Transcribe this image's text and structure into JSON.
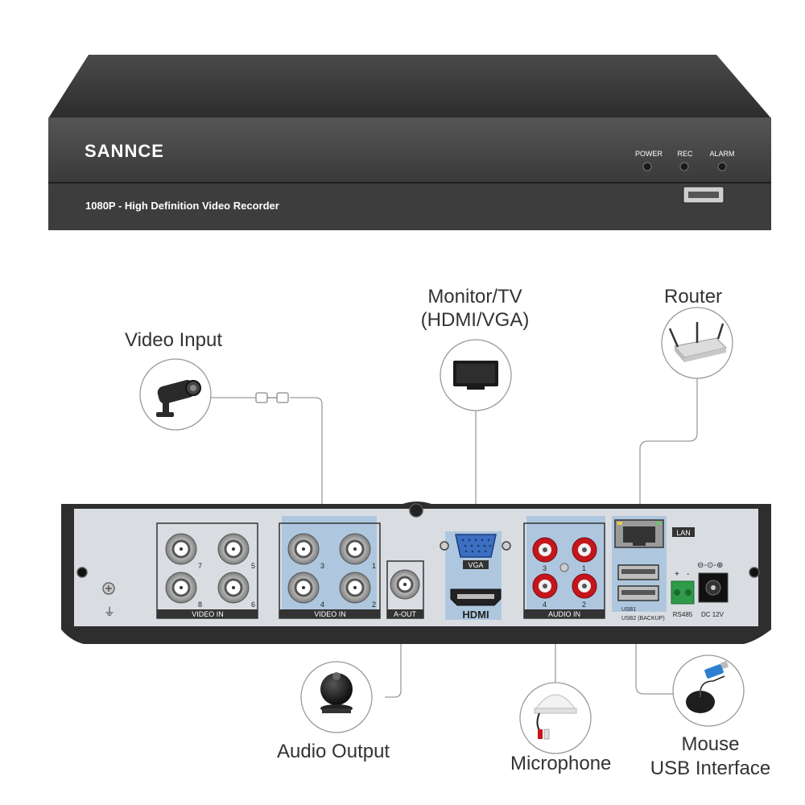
{
  "front_panel": {
    "brand": "SANNCE",
    "model_text": "1080P - High Definition Video Recorder",
    "leds": [
      "POWER",
      "REC",
      "ALARM"
    ]
  },
  "callouts": {
    "video_input": "Video Input",
    "monitor_line1": "Monitor/TV",
    "monitor_line2": "(HDMI/VGA)",
    "router": "Router",
    "audio_output": "Audio Output",
    "microphone": "Microphone",
    "mouse_line1": "Mouse",
    "mouse_line2": "USB Interface"
  },
  "rear_panel": {
    "video_in_left_label": "VIDEO IN",
    "video_in_left_numbers": [
      "7",
      "5",
      "8",
      "6"
    ],
    "video_in_right_label": "VIDEO IN",
    "video_in_right_numbers": [
      "3",
      "1",
      "4",
      "2"
    ],
    "a_out_label": "A-OUT",
    "vga_label": "VGA",
    "hdmi_label": "HDMI",
    "audio_in_label": "AUDIO IN",
    "audio_in_numbers": [
      "3",
      "1",
      "4",
      "2"
    ],
    "lan_label": "LAN",
    "usb1_label": "USB1",
    "usb2_label": "USB2 (BACKUP)",
    "rs485_label": "RS485",
    "dc_label": "DC 12V",
    "plus": "+",
    "minus": "-"
  },
  "colors": {
    "chassis": "#3a3a3a",
    "rear_plate": "#d9dde2",
    "highlight": "#a9c4df",
    "connector_red": "#c4161c",
    "terminal_green": "#2e9a4a",
    "vga_blue": "#3b6fc2",
    "leader_line": "#9a9a9a"
  }
}
